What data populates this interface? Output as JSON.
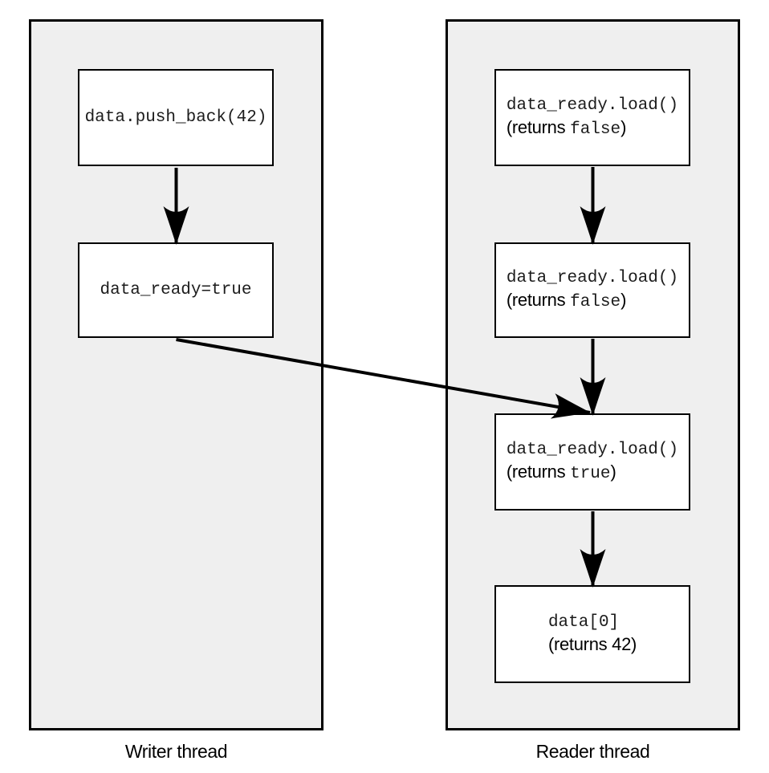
{
  "diagram": {
    "title_hint": "writer-reader thread synchronization flow",
    "colors": {
      "lane_background": "#efefef",
      "node_background": "#ffffff",
      "line_color": "#000000",
      "code_text_color": "#1c1c1c"
    },
    "writer": {
      "label": "Writer thread",
      "boxes": [
        {
          "code": "data.push_back(42)"
        },
        {
          "code": "data_ready=true"
        }
      ]
    },
    "reader": {
      "label": "Reader thread",
      "boxes": [
        {
          "code": "data_ready.load()",
          "note_sans_start": "(returns ",
          "note_mono": "false",
          "note_sans_end": ")"
        },
        {
          "code": "data_ready.load()",
          "note_sans_start": "(returns ",
          "note_mono": "false",
          "note_sans_end": ")"
        },
        {
          "code": "data_ready.load()",
          "note_sans_start": "(returns ",
          "note_mono": "true",
          "note_sans_end": ")"
        },
        {
          "code": "data[0]",
          "note_sans_start": "(returns 42)",
          "note_mono": "",
          "note_sans_end": ""
        }
      ]
    },
    "arrows": [
      {
        "name": "writer-push-to-set-ready"
      },
      {
        "name": "reader-load1-to-load2"
      },
      {
        "name": "reader-load2-to-load3"
      },
      {
        "name": "reader-load3-to-read-data"
      },
      {
        "name": "writer-set-ready-to-reader-load3"
      }
    ]
  }
}
